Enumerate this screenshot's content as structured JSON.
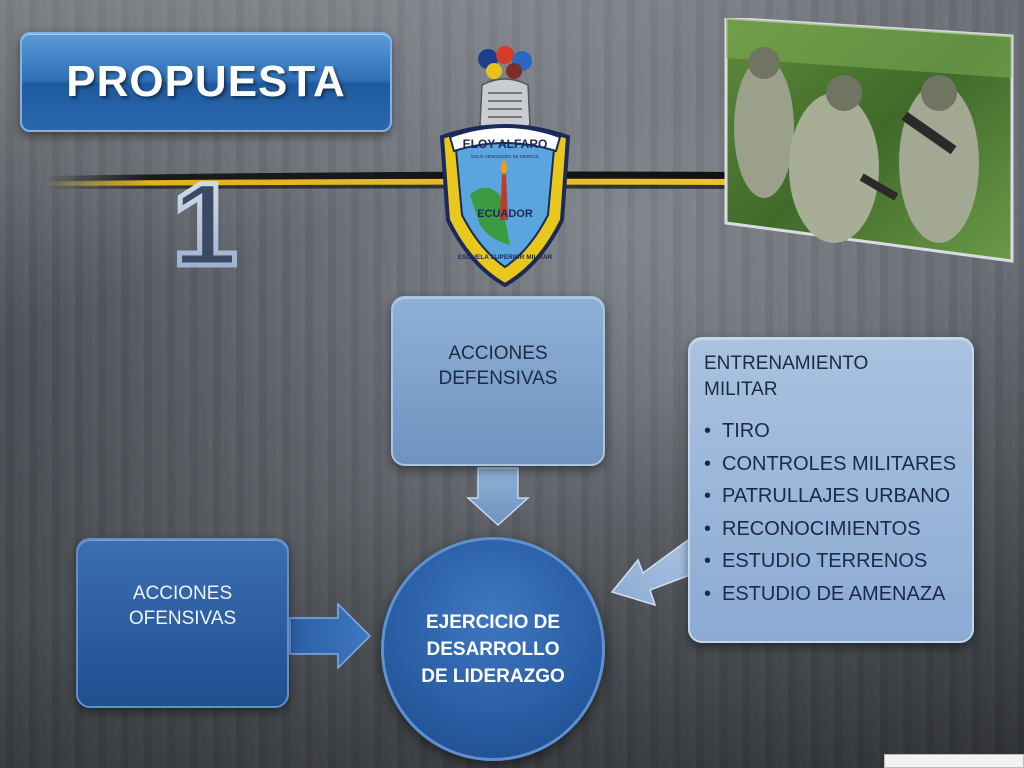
{
  "slide": {
    "title": "PROPUESTA",
    "number": "1"
  },
  "emblem": {
    "ribbon_text": "ELOY ALFARO",
    "motto": "SOLO VENCIENDO SE MERECE",
    "country": "ECUADOR",
    "arc_text": "ESCUELA SUPERIOR MILITAR"
  },
  "diagram": {
    "defensive": "ACCIONES DEFENSIVAS",
    "offensive": "ACCIONES OFENSIVAS",
    "center": "EJERCICIO DE DESARROLLO DE LIDERAZGO",
    "training": {
      "heading": "ENTRENAMIENTO MILITAR",
      "items": [
        "TIRO",
        "CONTROLES MILITARES",
        "PATRULLAJES URBANO",
        "RECONOCIMIENTOS",
        "ESTUDIO TERRENOS",
        "ESTUDIO DE AMENAZA"
      ],
      "bullet": "•"
    }
  },
  "colors": {
    "title_blue": "#2f70b8",
    "light_box": "#8fb0d6",
    "dark_box": "#204f90",
    "stripe_gold": "#e0b21c"
  }
}
